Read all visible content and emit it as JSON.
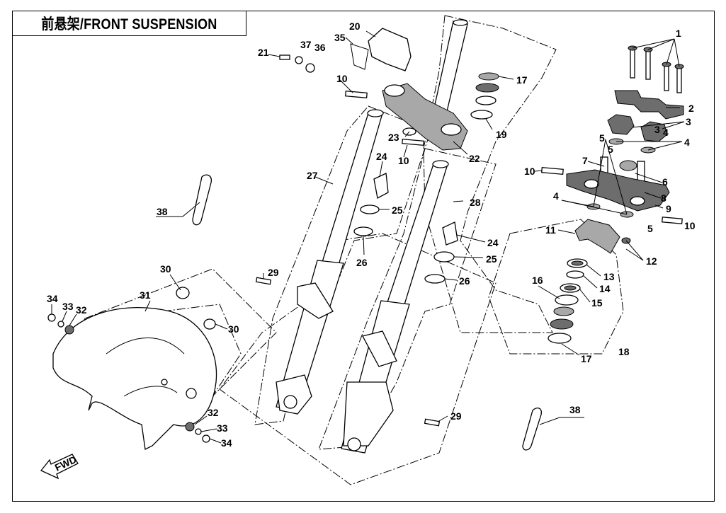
{
  "title": "前悬架/FRONT SUSPENSION",
  "fwd_label": "FWD",
  "callouts": [
    "1",
    "2",
    "3",
    "3",
    "4",
    "4",
    "4",
    "5",
    "5",
    "5",
    "6",
    "7",
    "8",
    "9",
    "10",
    "10",
    "10",
    "10",
    "11",
    "12",
    "13",
    "14",
    "15",
    "16",
    "17",
    "17",
    "18",
    "19",
    "20",
    "21",
    "22",
    "23",
    "24",
    "24",
    "25",
    "25",
    "26",
    "26",
    "27",
    "28",
    "29",
    "29",
    "30",
    "30",
    "31",
    "32",
    "32",
    "33",
    "33",
    "34",
    "34",
    "35",
    "36",
    "37",
    "38",
    "38"
  ]
}
